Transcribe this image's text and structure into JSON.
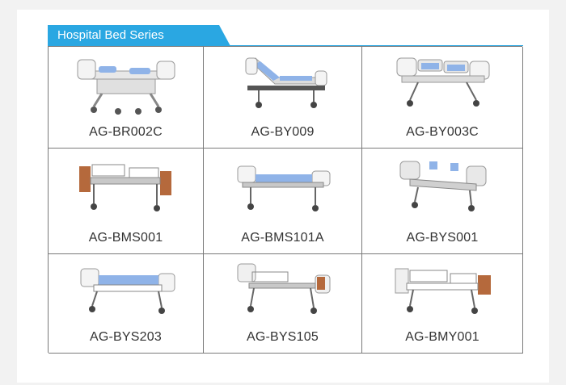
{
  "header": {
    "title": "Hospital Bed Series"
  },
  "colors": {
    "accent": "#2aa7e2",
    "bed_blue": "#8fb3e8",
    "board_brown": "#b5693c"
  },
  "products": [
    {
      "model": "AG-BR002C",
      "icon": "icu-bed-icon"
    },
    {
      "model": "AG-BY009",
      "icon": "electric-bed-icon"
    },
    {
      "model": "AG-BY003C",
      "icon": "electric-bed-icon"
    },
    {
      "model": "AG-BMS001",
      "icon": "manual-bed-icon"
    },
    {
      "model": "AG-BMS101A",
      "icon": "manual-bed-icon"
    },
    {
      "model": "AG-BYS001",
      "icon": "electric-bed-icon"
    },
    {
      "model": "AG-BYS203",
      "icon": "manual-bed-icon"
    },
    {
      "model": "AG-BYS105",
      "icon": "manual-bed-icon"
    },
    {
      "model": "AG-BMY001",
      "icon": "manual-bed-icon"
    }
  ]
}
